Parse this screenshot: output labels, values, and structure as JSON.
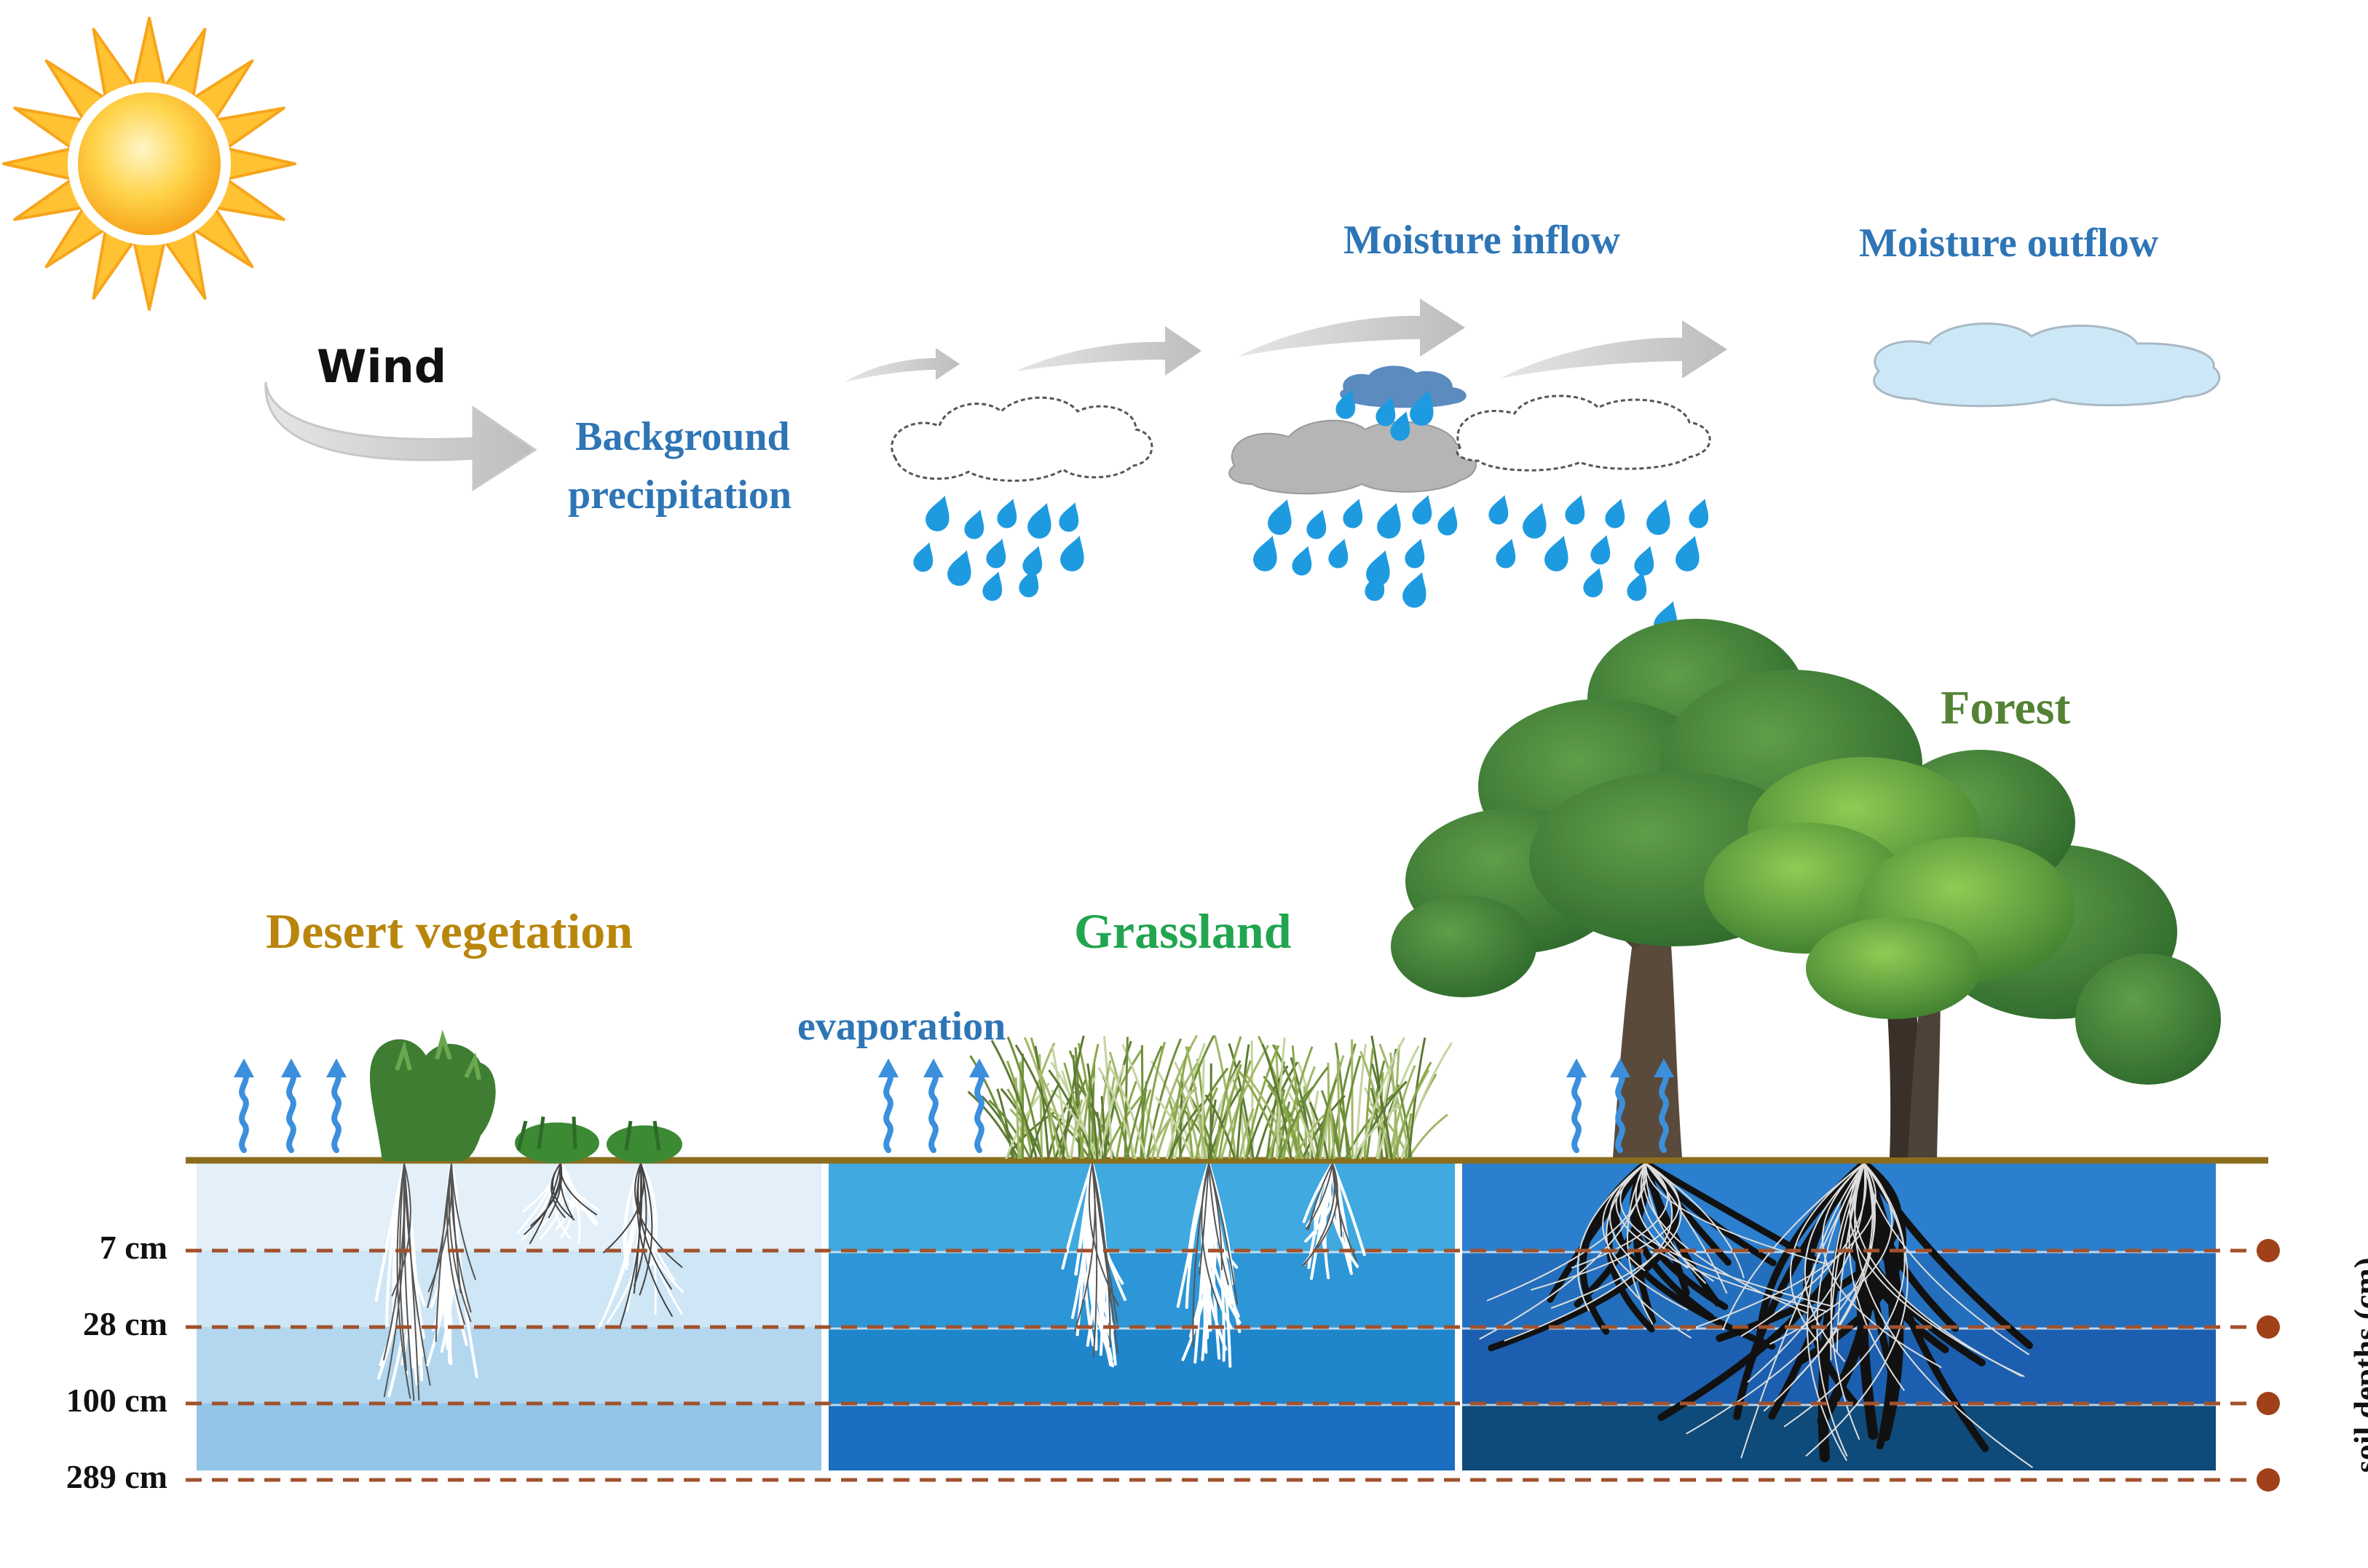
{
  "labels": {
    "wind": "Wind",
    "background_line1": "Background",
    "background_line2": "precipitation",
    "moisture_inflow": "Moisture inflow",
    "moisture_outflow": "Moisture outflow",
    "forest": "Forest",
    "desert": "Desert vegetation",
    "grassland": "Grassland",
    "evaporation": "evaporation",
    "soil_depths": "soil depths (cm)"
  },
  "depths": [
    "7 cm",
    "28 cm",
    "100 cm",
    "289 cm"
  ],
  "colors": {
    "desert_label": "#b8860b",
    "grassland_label": "#22a550",
    "forest_label": "#548235",
    "text_blue": "#2e75b6",
    "ground_line": "#8b6d1e",
    "depth_line": "#a0522d",
    "desert_soil": [
      "#e3f0fa",
      "#cfe6f6",
      "#b3d7ef",
      "#93c5e8"
    ],
    "grassland_soil": [
      "#3fa9e0",
      "#2d96d6",
      "#1f86cc",
      "#1a6fc0"
    ],
    "forest_soil": [
      "#2b7fce",
      "#236fbe",
      "#1c5fb0",
      "#0e4a7a"
    ]
  },
  "icons": [
    "sun-icon",
    "wind-arrow-icon",
    "cloud-icon",
    "raindrop-icon",
    "evaporation-arrow-icon",
    "tree-icon",
    "grass-icon",
    "root-icon"
  ]
}
